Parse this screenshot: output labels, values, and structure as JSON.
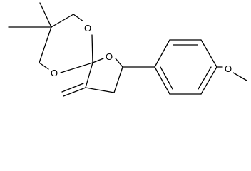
{
  "molecule": {
    "atoms": {
      "o_dioxane_top": "O",
      "o_dioxane_bottom": "O",
      "o_furan": "O",
      "o_methoxy": "O"
    }
  }
}
